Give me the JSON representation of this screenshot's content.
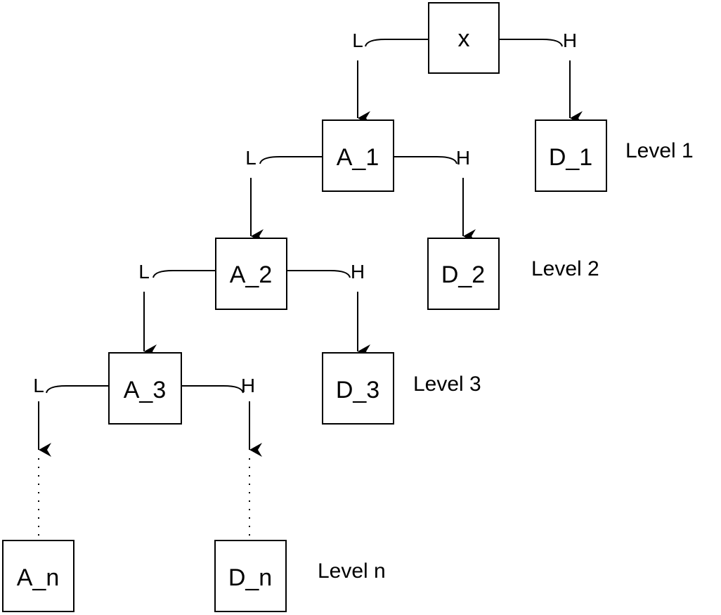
{
  "diagram": {
    "nodes": {
      "x": "x",
      "a1": "A_1",
      "a2": "A_2",
      "a3": "A_3",
      "an": "A_n",
      "d1": "D_1",
      "d2": "D_2",
      "d3": "D_3",
      "dn": "D_n"
    },
    "branch_low": "L",
    "branch_high": "H",
    "levels": [
      "Level 1",
      "Level 2",
      "Level 3",
      "Level n"
    ],
    "colors": {
      "stroke": "#000000",
      "background": "#ffffff"
    }
  }
}
